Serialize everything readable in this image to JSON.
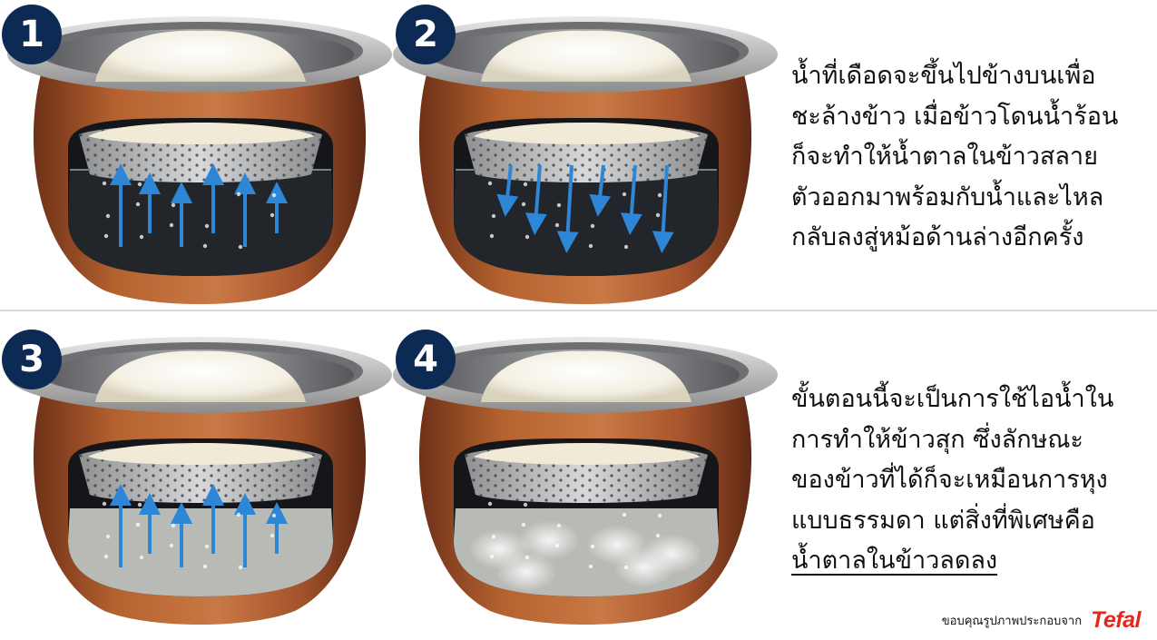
{
  "steps": [
    {
      "number": "1",
      "water": "dark",
      "arrows": "up",
      "steam": false
    },
    {
      "number": "2",
      "water": "dark",
      "arrows": "down",
      "steam": false
    },
    {
      "number": "3",
      "water": "light",
      "arrows": "up",
      "steam": false
    },
    {
      "number": "4",
      "water": "light",
      "arrows": "none",
      "steam": true
    }
  ],
  "text_top": {
    "lines": [
      "น้ำที่เดือดจะขึ้นไปข้างบนเพื่อ",
      "ชะล้างข้าว  เมื่อข้าวโดนน้ำร้อน",
      "ก็จะทำให้น้ำตาลในข้าวสลาย",
      "ตัวออกมาพร้อมกับน้ำและไหล",
      "กลับลงสู่หม้อด้านล่างอีกครั้ง"
    ]
  },
  "text_bottom": {
    "lines": [
      "ขั้นตอนนี้จะเป็นการใช้ไอน้ำใน",
      "การทำให้ข้าวสุก  ซึ่งลักษณะ",
      "ของข้าวที่ได้ก็จะเหมือนการหุง",
      "แบบธรรมดา  แต่สิ่งที่พิเศษคือ"
    ],
    "underlined": "น้ำตาลในข้าวลดลง"
  },
  "credit": {
    "text": "ขอบคุณรูปภาพประกอบจาก",
    "brand": "Tefal"
  },
  "colors": {
    "badge": "#0d2a55",
    "pot_copper": "#a5532c",
    "rim_steel": "#c9c9c9",
    "water_dark": "#1c1f24",
    "water_light": "#b8bab5",
    "arrow_blue": "#2d86d6",
    "brand_red": "#e4261c"
  },
  "icons": {
    "arrow": "arrow-icon",
    "steam": "steam-icon"
  }
}
